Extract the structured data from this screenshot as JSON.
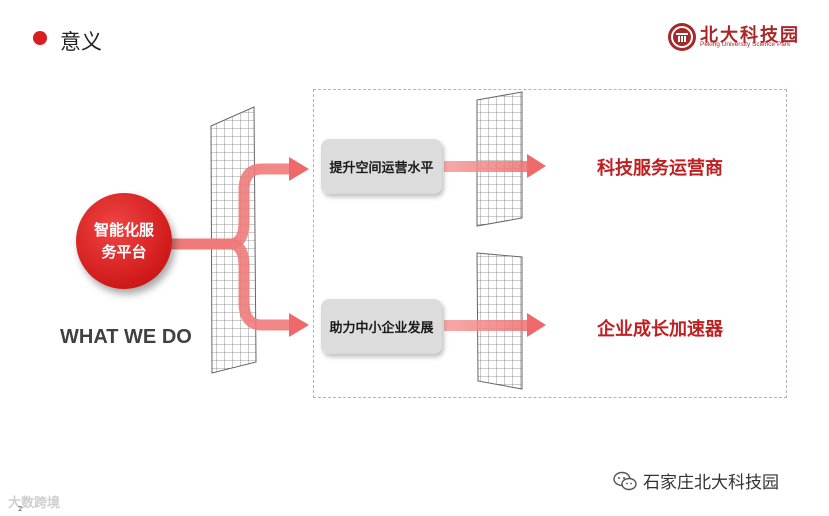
{
  "header": {
    "title": "意义"
  },
  "logo": {
    "cn": "北大科技园",
    "en": "Peking University Science Park"
  },
  "platform": {
    "label": "智能化服\n务平台"
  },
  "tagline": "WHAT WE DO",
  "paths": [
    {
      "action": "提升空间运营水平",
      "result": "科技服务运营商"
    },
    {
      "action": "助力中小企业发展",
      "result": "企业成长加速器"
    }
  ],
  "footer": {
    "account": "石家庄北大科技园",
    "watermark": "大数跨境",
    "page": "2"
  },
  "colors": {
    "accent": "#d81e1e",
    "arrow": "#f27c7c",
    "result_text": "#c01f22",
    "box_bg": "#dcdcdc"
  },
  "icons": [
    "bullet-dot-icon",
    "university-emblem-icon",
    "wechat-icon"
  ]
}
